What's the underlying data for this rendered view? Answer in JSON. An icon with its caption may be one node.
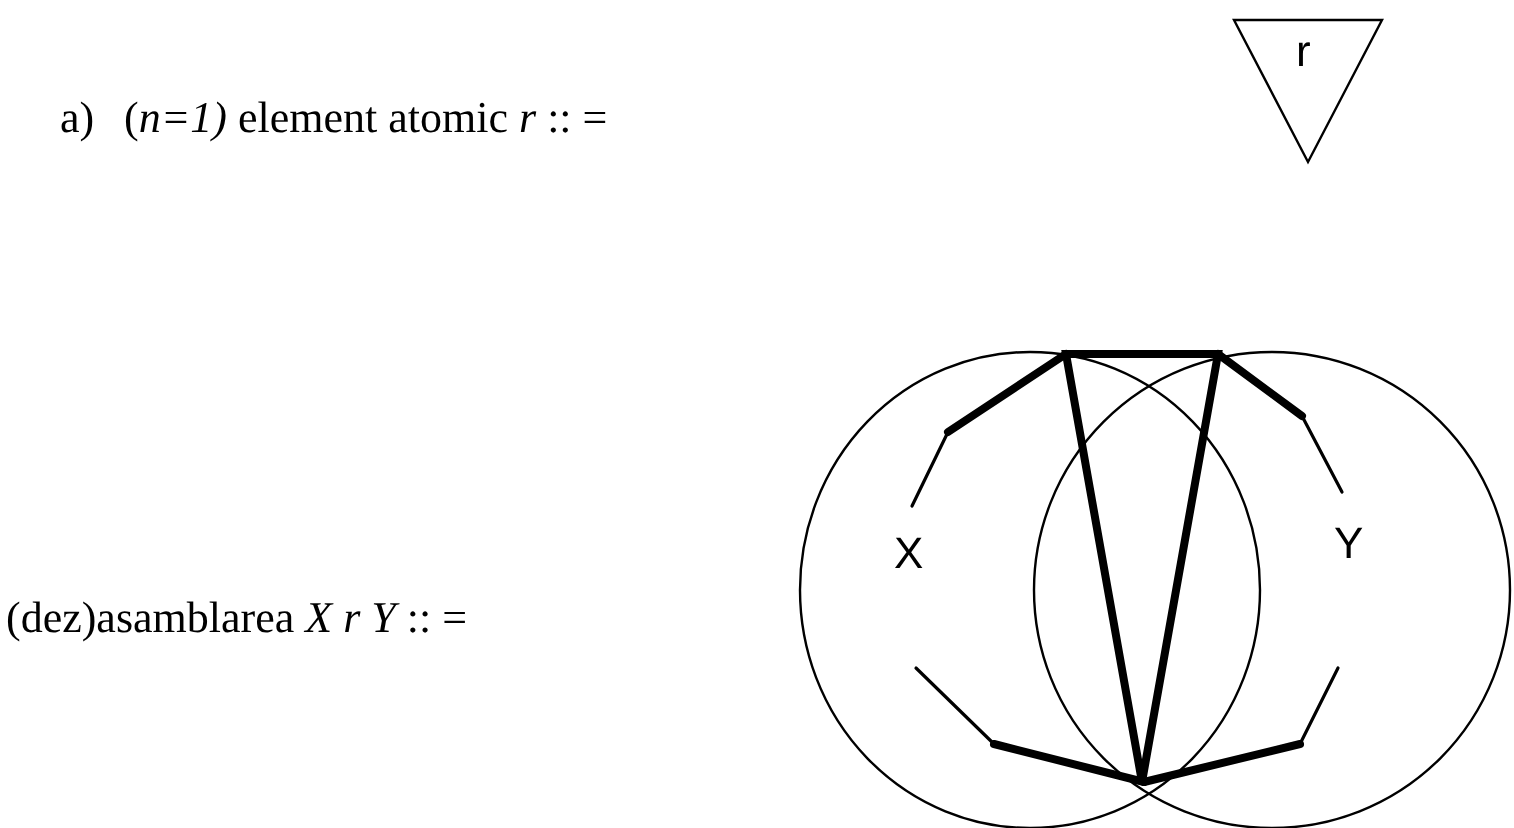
{
  "diagram": {
    "nodes": [
      {
        "text": [
          "r"
        ]
      },
      {
        "text": [
          "X"
        ]
      },
      {
        "text": [
          "Y"
        ]
      },
      {
        "text": [],
        "shape": "triangle"
      }
    ],
    "labels": [
      "a)",
      "(*n=1)* element atomic *r* :: =",
      "(dez)asamblarea  *X r Y* :: ="
    ]
  }
}
